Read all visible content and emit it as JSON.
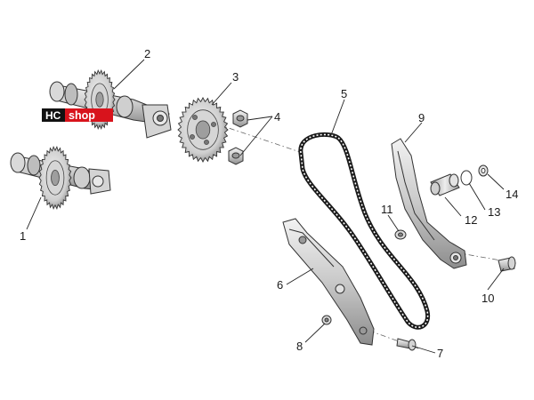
{
  "logo": {
    "prefix": "HC",
    "suffix": "shop",
    "prefix_color": "#ffffff",
    "suffix_color": "#ffffff",
    "bg_dark": "#111111",
    "bg_red": "#d8131c"
  },
  "callouts": [
    {
      "id": "1",
      "label": "1"
    },
    {
      "id": "2",
      "label": "2"
    },
    {
      "id": "3",
      "label": "3"
    },
    {
      "id": "4",
      "label": "4"
    },
    {
      "id": "5",
      "label": "5"
    },
    {
      "id": "6",
      "label": "6"
    },
    {
      "id": "7",
      "label": "7"
    },
    {
      "id": "8",
      "label": "8"
    },
    {
      "id": "9",
      "label": "9"
    },
    {
      "id": "10",
      "label": "10"
    },
    {
      "id": "11",
      "label": "11"
    },
    {
      "id": "12",
      "label": "12"
    },
    {
      "id": "13",
      "label": "13"
    },
    {
      "id": "14",
      "label": "14"
    }
  ],
  "colors": {
    "line": "#333333",
    "metal_light": "#e6e6e6",
    "metal_mid": "#bdbdbd",
    "metal_dark": "#7a7a7a",
    "chain": "#1a1a1a"
  }
}
